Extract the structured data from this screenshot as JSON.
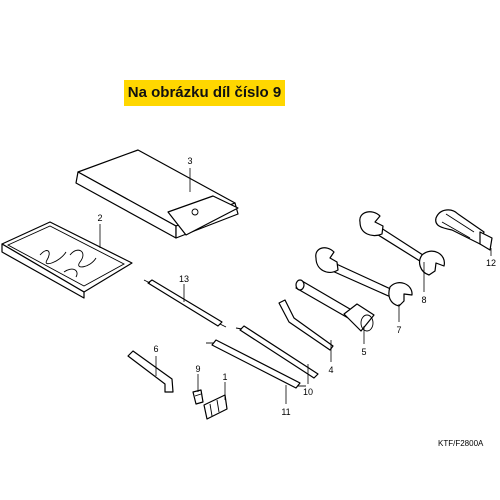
{
  "banner": {
    "text": "Na obrázku díl číslo 9",
    "color": "#ffd700"
  },
  "diagram_code": "KTF/F2800A",
  "callouts": {
    "c1": "1",
    "c2": "2",
    "c3": "3",
    "c4": "4",
    "c5": "5",
    "c6": "6",
    "c7": "7",
    "c8": "8",
    "c9": "9",
    "c10": "10",
    "c11": "11",
    "c12": "12",
    "c13": "13"
  }
}
